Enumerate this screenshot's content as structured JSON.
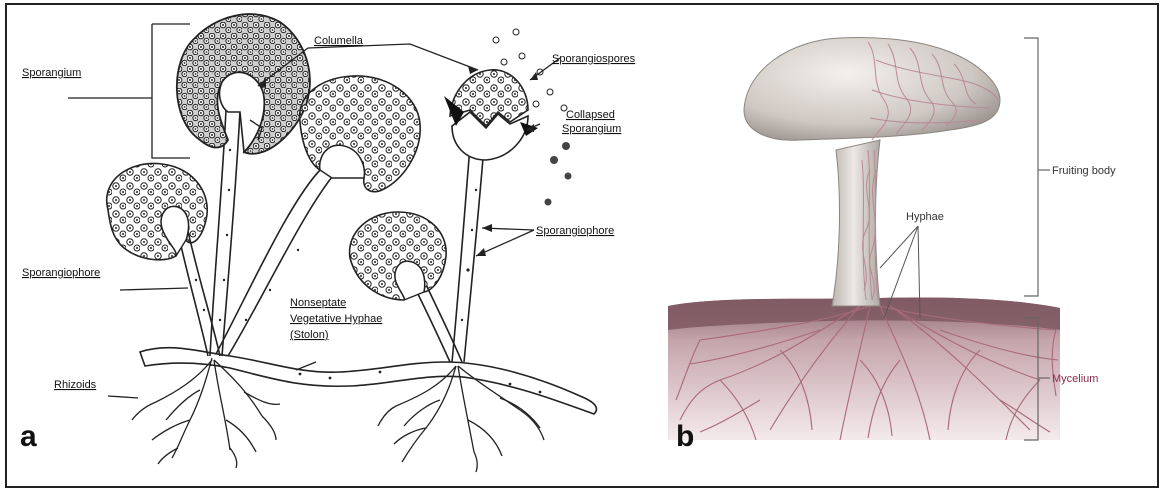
{
  "panel_a": {
    "letter": "a",
    "labels": {
      "sporangium": "Sporangium",
      "columella": "Columella",
      "sporangiospores": "Sporangiospores",
      "collapsed_line1": "Collapsed",
      "collapsed_line2": "Sporangium",
      "sporangiophore_right": "Sporangiophore",
      "sporangiophore_left": "Sporangiophore",
      "nonseptate_line1": "Nonseptate",
      "nonseptate_line2": "Vegetative Hyphae",
      "nonseptate_line3": "(Stolon)",
      "rhizoids": "Rhizoids"
    }
  },
  "panel_b": {
    "letter": "b",
    "labels": {
      "fruiting_body": "Fruiting body",
      "hyphae": "Hyphae",
      "mycelium": "Mycelium"
    }
  },
  "colors": {
    "mycelium_label": "#8a2a4a",
    "hyphae": "#a86a78",
    "soil": "#b8909a",
    "mushroom": "#d8d2cc"
  }
}
